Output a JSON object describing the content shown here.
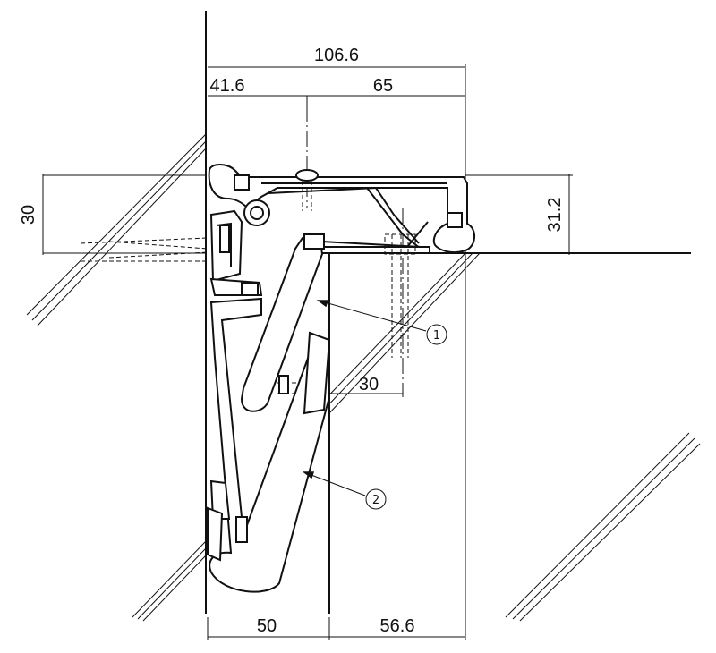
{
  "dimensions": {
    "overall_width": "106.6",
    "left_offset": "41.6",
    "right_offset": "65",
    "left_height": "30",
    "right_height": "31.2",
    "mid_offset": "30",
    "bottom_left": "50",
    "bottom_right": "56.6"
  },
  "callouts": [
    {
      "label": "1"
    },
    {
      "label": "2"
    }
  ]
}
